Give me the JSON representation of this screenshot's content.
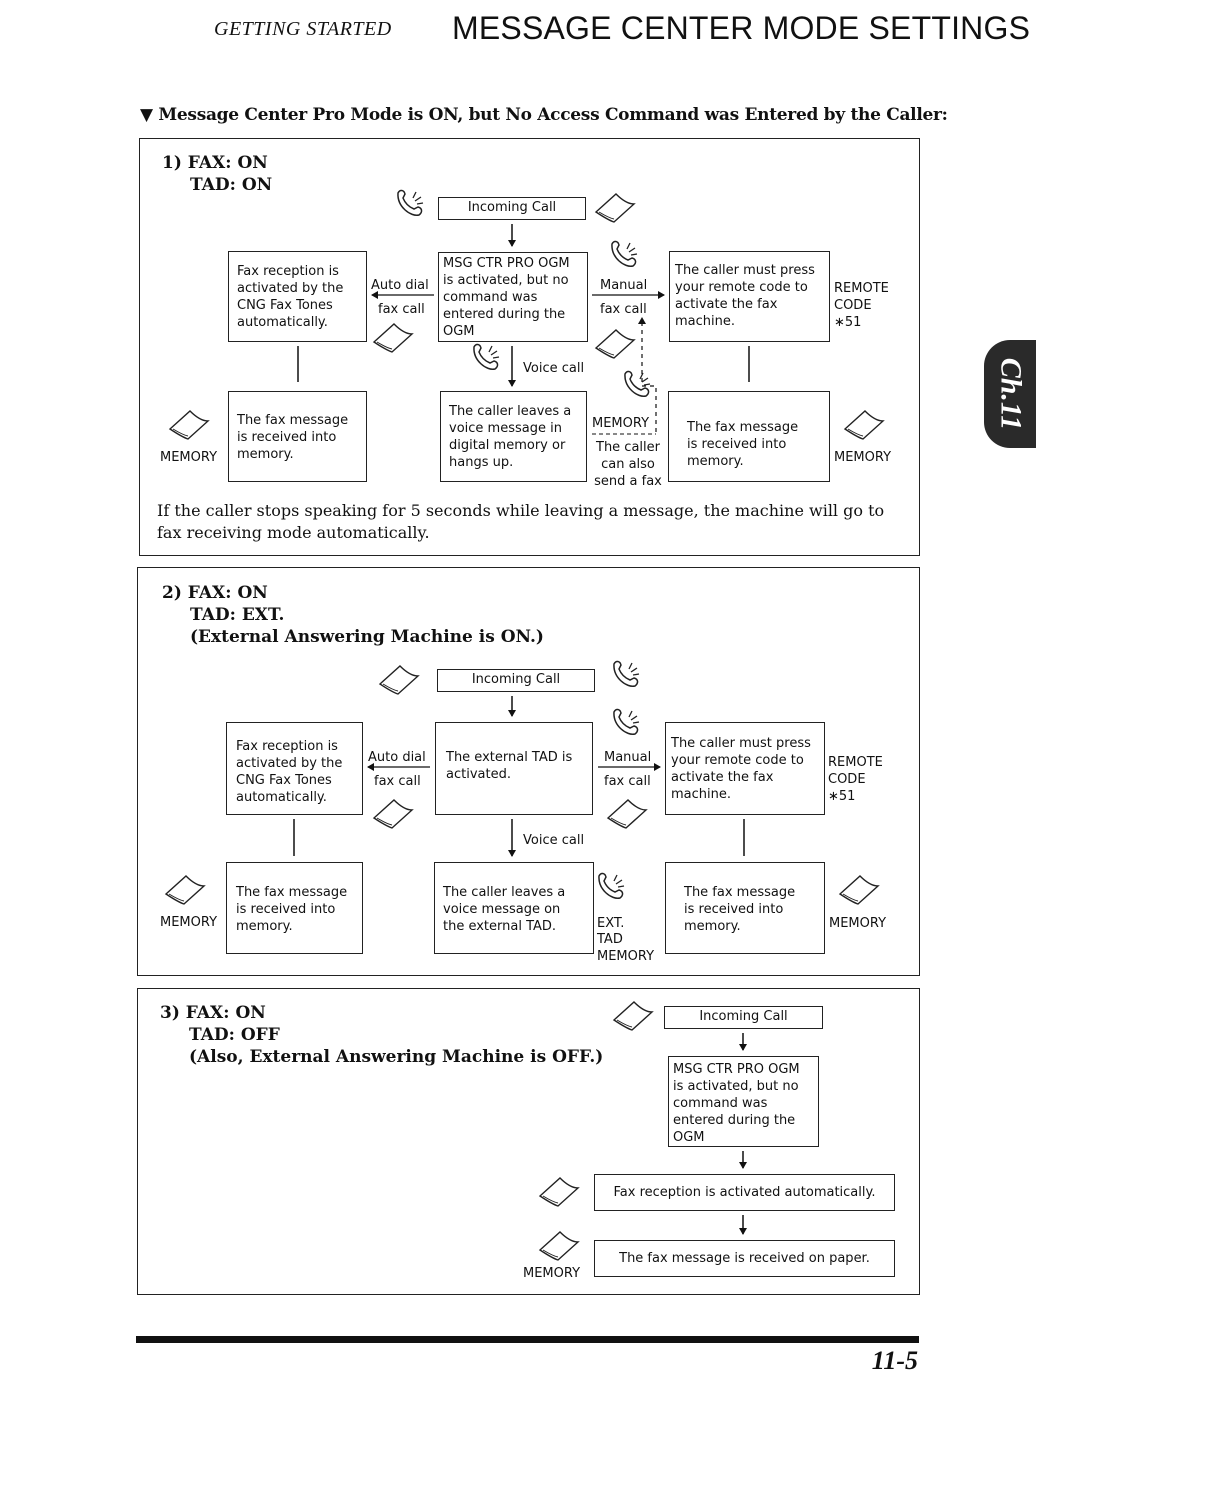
{
  "header": {
    "section": "GETTING STARTED",
    "title": "MESSAGE CENTER MODE SETTINGS"
  },
  "section_heading": "▼ Message Center Pro Mode is ON, but No Access Command was Entered by the Caller:",
  "side_tab": "Ch.11",
  "page_number": "11-5",
  "panel1": {
    "line1": "1) FAX: ON",
    "line2": "TAD: ON",
    "incoming": "Incoming Call",
    "center": "MSG CTR PRO OGM is activated, but no command was entered during the OGM",
    "left": "Fax reception is activated by the CNG Fax Tones automatically.",
    "right": "The caller must press your remote code to activate the fax machine.",
    "auto_dial": "Auto dial",
    "fax_call_l": "fax call",
    "manual": "Manual",
    "fax_call_r": "fax call",
    "remote1": "REMOTE",
    "remote2": "CODE",
    "remote3": "∗51",
    "voice_call": "Voice call",
    "left_bottom": "The fax message is received into memory.",
    "center_bottom": "The caller leaves a voice message in digital memory or hangs up.",
    "right_bottom": "The fax message is received into memory.",
    "memory_l": "MEMORY",
    "memory_c": "MEMORY",
    "caller_also1": "The caller",
    "caller_also2": "can also",
    "caller_also3": "send a fax",
    "memory_r": "MEMORY",
    "note": "If the caller stops speaking for 5 seconds while leaving a message, the machine will go to fax receiving mode automatically."
  },
  "panel2": {
    "line1": "2) FAX: ON",
    "line2": "TAD: EXT.",
    "line3": "(External Answering Machine is ON.)",
    "incoming": "Incoming Call",
    "center": "The external TAD is activated.",
    "left": "Fax reception is activated by the CNG Fax Tones automatically.",
    "right": "The caller must press your remote code to activate the fax machine.",
    "auto_dial": "Auto dial",
    "fax_call_l": "fax call",
    "manual": "Manual",
    "fax_call_r": "fax call",
    "remote1": "REMOTE",
    "remote2": "CODE",
    "remote3": "∗51",
    "voice_call": "Voice call",
    "left_bottom": "The fax message is received into memory.",
    "center_bottom": "The caller leaves a voice message on the external TAD.",
    "right_bottom": "The fax message is received into memory.",
    "memory_l": "MEMORY",
    "ext1": "EXT.",
    "ext2": "TAD",
    "ext3": "MEMORY",
    "memory_r": "MEMORY"
  },
  "panel3": {
    "line1": "3) FAX: ON",
    "line2": "TAD: OFF",
    "line3": "(Also, External Answering Machine is OFF.)",
    "incoming": "Incoming Call",
    "ogm": "MSG CTR PRO OGM is activated, but no command was entered during the OGM",
    "fax_reception": "Fax reception is activated automatically.",
    "paper": "The fax message is received on paper.",
    "memory": "MEMORY"
  }
}
